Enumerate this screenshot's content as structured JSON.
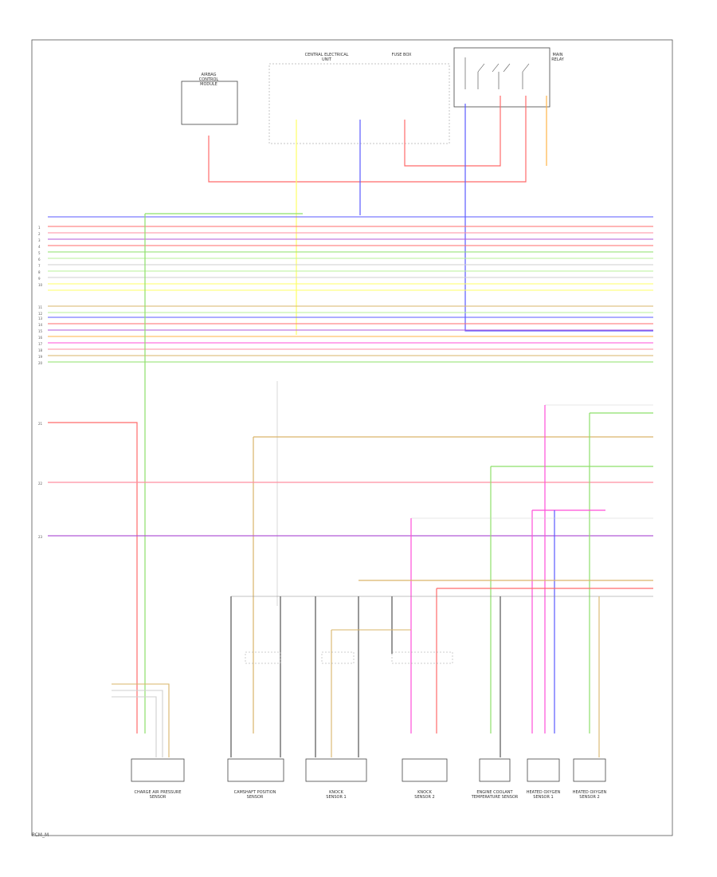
{
  "colors": {
    "red": "#ff6b6b",
    "pink": "#ff8fa0",
    "purple": "#b25ad8",
    "magenta": "#ff4fd8",
    "green": "#8ee06a",
    "lightgreen": "#b8f09a",
    "blue": "#5a5aff",
    "yellow": "#ffff66",
    "orange": "#ffb347",
    "tan": "#d9b56a",
    "gray": "#999999",
    "lightgray": "#cfcfcf",
    "dark": "#444444"
  },
  "footer": {
    "code": "PCM_M"
  },
  "components": [
    {
      "key": "airbag",
      "label": "AIRBAG\nCONTROL\nMODULE"
    },
    {
      "key": "ext_unit",
      "label": "CENTRAL ELECTRICAL\nUNIT"
    },
    {
      "key": "fuse_box",
      "label": "FUSE BOX"
    },
    {
      "key": "relay",
      "label": "MAIN\nRELAY"
    },
    {
      "key": "sensor1",
      "label": "CHARGE AIR PRESSURE\nSENSOR"
    },
    {
      "key": "sensor2",
      "label": "CAMSHAFT POSITION\nSENSOR"
    },
    {
      "key": "sensor3",
      "label": "KNOCK\nSENSOR 1"
    },
    {
      "key": "sensor4",
      "label": "KNOCK\nSENSOR 2"
    },
    {
      "key": "sensor5",
      "label": "ENGINE COOLANT\nTEMPERATURE SENSOR"
    },
    {
      "key": "sensor6",
      "label": "HEATED OXYGEN\nSENSOR 1"
    },
    {
      "key": "sensor7",
      "label": "HEATED OXYGEN\nSENSOR 2"
    }
  ]
}
